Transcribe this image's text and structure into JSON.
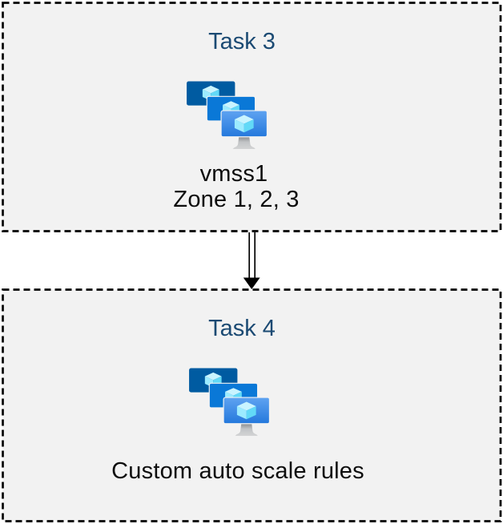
{
  "diagram": {
    "boxes": [
      {
        "title": "Task 3",
        "icon": "vm-scale-set-icon",
        "lines": [
          "vmss1",
          "Zone 1, 2, 3"
        ]
      },
      {
        "title": "Task 4",
        "icon": "vm-scale-set-icon",
        "lines": [
          "Custom auto scale rules"
        ]
      }
    ],
    "connector": {
      "from": "Task 3",
      "to": "Task 4",
      "style": "double-line-arrow",
      "direction": "down"
    },
    "colors": {
      "page_background": "#ffffff",
      "box_fill": "#f2f2f2",
      "box_border": "#000000",
      "title_text": "#1b4a73",
      "body_text": "#0d0d0d",
      "arrow": "#000000",
      "monitor_back": "#005ba1",
      "monitor_middle": "#0a78d7",
      "monitor_front_top": "#5fa3f1",
      "monitor_front_bottom": "#2478dc",
      "cube_top": "#c9f4ff",
      "cube_left": "#9cebff",
      "cube_right": "#62d9f7",
      "stand_dark": "#87898b",
      "stand_light": "#d3d4d5"
    }
  }
}
